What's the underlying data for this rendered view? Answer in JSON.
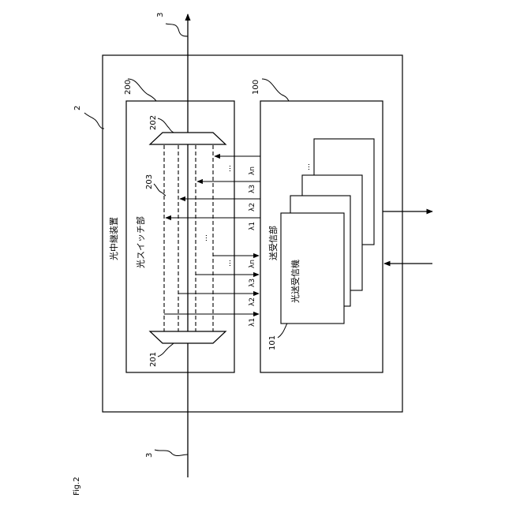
{
  "figure_label": "Fig.2",
  "refs": {
    "apparatus": "2",
    "fiber_top": "3",
    "fiber_bottom": "3",
    "transceiver_unit": "100",
    "transceiver_front": "101",
    "switch_unit": "200",
    "demux": "201",
    "mux": "202",
    "switch_paths": "203"
  },
  "labels": {
    "apparatus": "光中継装置",
    "switch_unit": "光スイッチ部",
    "transceiver_unit": "送受信部",
    "transceiver": "光送受信機"
  },
  "wavelengths_upper": [
    "λn",
    "λ3",
    "λ2",
    "λ1"
  ],
  "wavelengths_lower": [
    "λn",
    "λ3",
    "λ2",
    "λ1"
  ],
  "ellipsis": "…",
  "colors": {
    "stroke": "#000000",
    "background": "#ffffff"
  }
}
